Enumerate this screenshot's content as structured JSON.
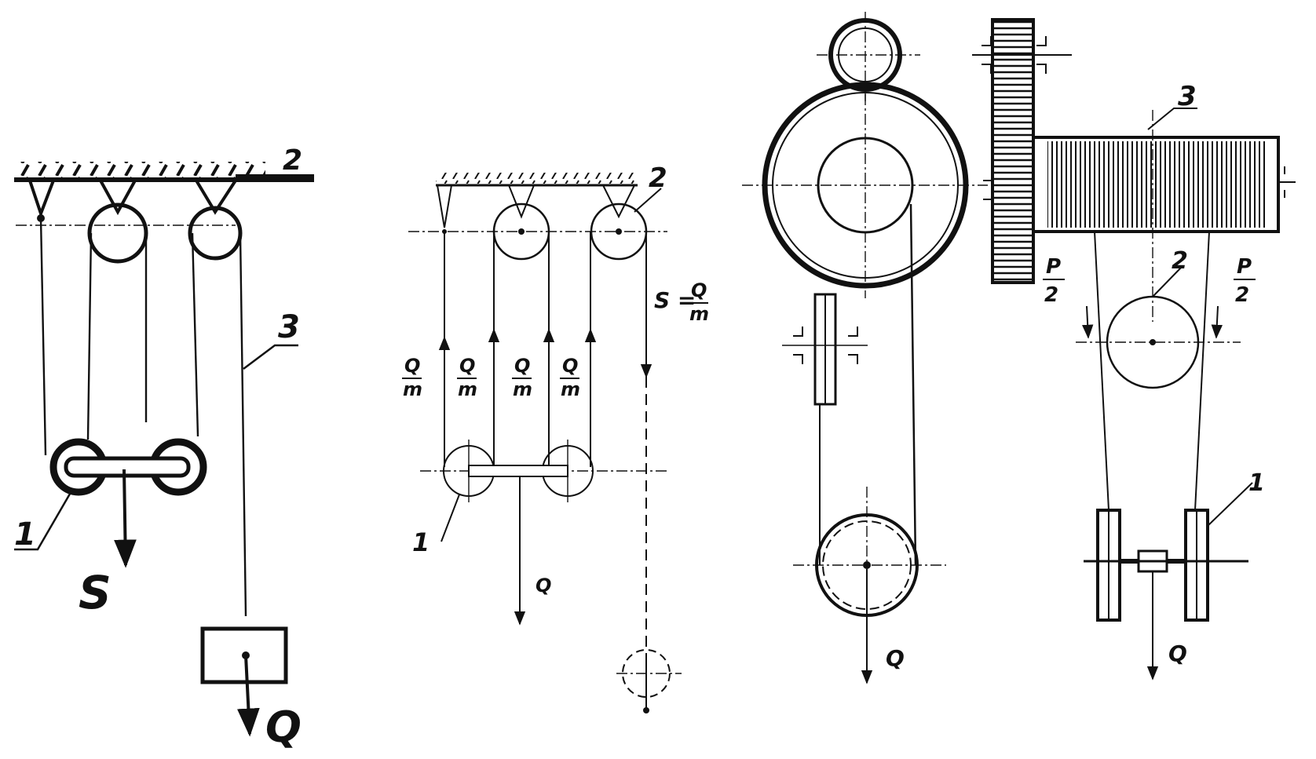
{
  "figures": [
    {
      "id": "fig-a",
      "labels": {
        "part_1": "1",
        "part_2": "2",
        "part_3": "3",
        "pull_force": "S",
        "load": "Q"
      }
    },
    {
      "id": "fig-b",
      "labels": {
        "part_1": "1",
        "part_2": "2",
        "rope_force": "S =",
        "frac_num": "Q",
        "frac_den": "m",
        "load": "Q"
      }
    },
    {
      "id": "fig-c",
      "labels": {
        "load": "Q"
      }
    },
    {
      "id": "fig-d",
      "labels": {
        "part_1": "1",
        "part_2": "2",
        "part_3": "3",
        "frac_num": "P",
        "frac_den": "2",
        "load": "Q"
      }
    }
  ]
}
